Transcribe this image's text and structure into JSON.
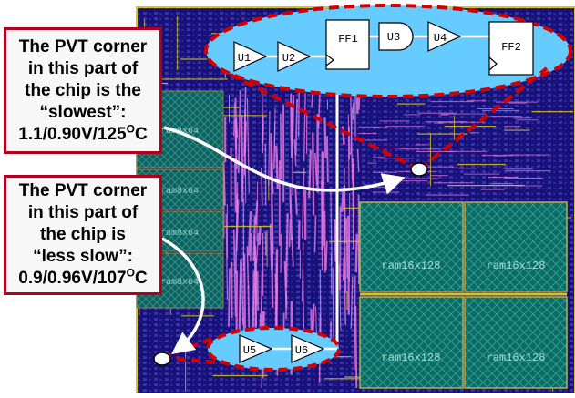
{
  "callouts": {
    "top": {
      "lines": [
        "The PVT corner",
        "in this part of",
        "the chip is the",
        "“slowest”:",
        "1.1/0.90V/125"
      ],
      "superscript": "O",
      "unit": "C"
    },
    "middle": {
      "lines": [
        "The PVT corner",
        "in this part of",
        "the chip is",
        "“less slow”:",
        "0.9/0.96V/107"
      ],
      "superscript": "O",
      "unit": "C"
    }
  },
  "top_path": {
    "cells": [
      "U1",
      "U2",
      "FF1",
      "U3",
      "U4",
      "FF2"
    ]
  },
  "bottom_path": {
    "cells": [
      "U5",
      "U6"
    ]
  },
  "macros": {
    "small_left": [
      "ram8x64",
      "ram8x64",
      "ram8x64",
      "ram8x64"
    ],
    "large_right": [
      "ram16x128",
      "ram16x128",
      "ram16x128",
      "ram16x128"
    ]
  },
  "colors": {
    "chip_background": "#17127a",
    "ellipse_fill": "#66ccff",
    "ellipse_border": "#d40000",
    "callout_border": "#b0001e",
    "macro_fill": "#0f6a63",
    "routing_pink": "#e77be4",
    "routing_yellow": "#d6c321"
  }
}
